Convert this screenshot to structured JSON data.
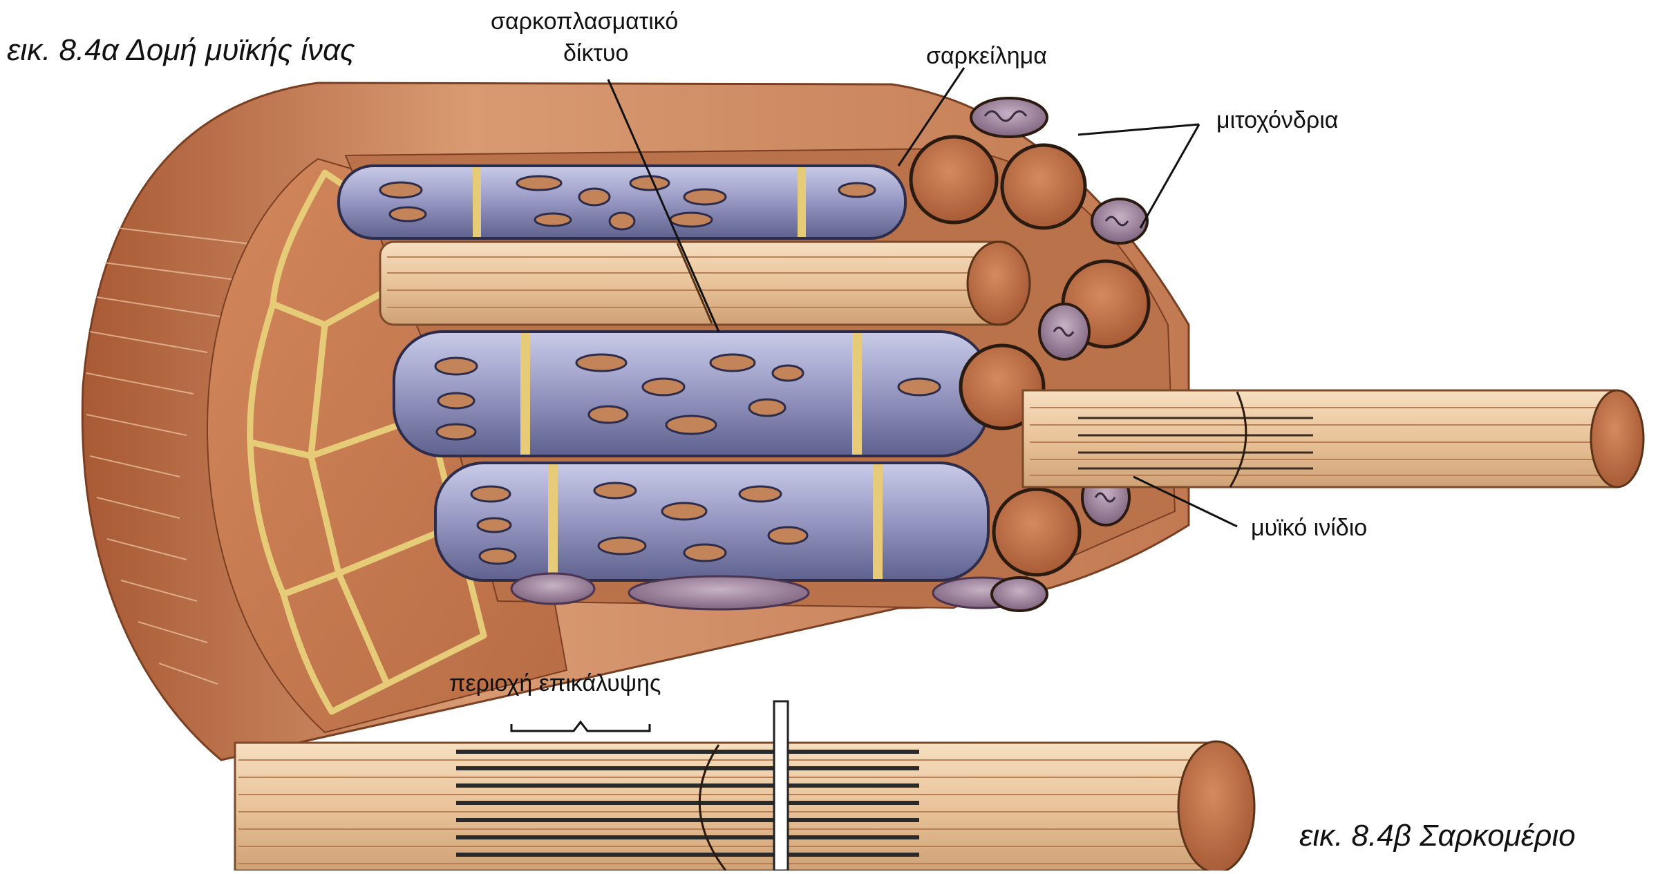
{
  "figure_a": {
    "caption": "εικ. 8.4α Δομή μυϊκής ίνας",
    "labels": {
      "sarcoplasmic_line1": "σαρκοπλασματικό",
      "sarcoplasmic_line2": "δίκτυο",
      "sarcolemma": "σαρκείλημα",
      "mitochondria": "μιτοχόνδρια",
      "myofibril": "μυϊκό ινίδιο"
    }
  },
  "figure_b": {
    "caption": "εικ. 8.4β   Σαρκομέριο",
    "labels": {
      "overlap_region": "περιοχή επικάλυψης"
    }
  },
  "colors": {
    "muscle": "#c98158",
    "muscle_dark": "#8a4a2c",
    "reticulum": "#8e90b8",
    "membrane_yellow": "#e7cf7c",
    "fibril": "#ecc9a0",
    "mito": "#9a7f96"
  }
}
